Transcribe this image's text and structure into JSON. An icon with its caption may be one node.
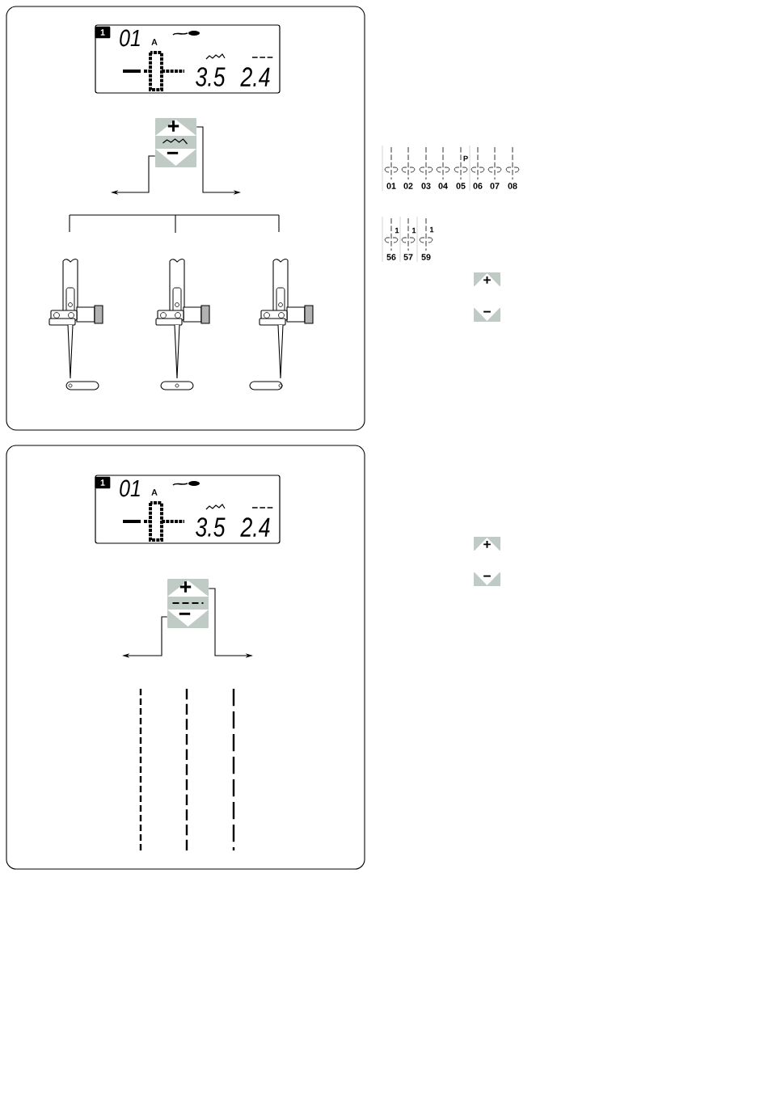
{
  "diagram": {
    "nodes": [
      {
        "text": [],
        "shape": "box"
      },
      {
        "text": [
          "1",
          "01",
          "A",
          "3.5",
          "2.4"
        ],
        "in": 0
      },
      {
        "text": [
          "+",
          "−"
        ],
        "in": 0
      },
      {
        "text": [],
        "shape": "box"
      },
      {
        "text": [
          "1",
          "01",
          "A",
          "3.5",
          "2.4"
        ],
        "in": 3
      },
      {
        "text": [
          "+",
          "−"
        ],
        "in": 3
      },
      {
        "text": [
          "+"
        ]
      },
      {
        "text": [
          "−"
        ]
      },
      {
        "text": [
          "+"
        ]
      },
      {
        "text": [
          "−"
        ]
      }
    ],
    "edges": [
      {
        "from": 2,
        "to": null,
        "arrow": "to"
      },
      {
        "from": 2,
        "to": null,
        "arrow": "to"
      },
      {
        "from": 5,
        "to": null,
        "arrow": "to"
      },
      {
        "from": 5,
        "to": null,
        "arrow": "to"
      }
    ],
    "labels": [
      "P",
      "01",
      "02",
      "03",
      "04",
      "05",
      "06",
      "07",
      "08",
      "1",
      "1",
      "1",
      "56",
      "57",
      "59"
    ]
  }
}
